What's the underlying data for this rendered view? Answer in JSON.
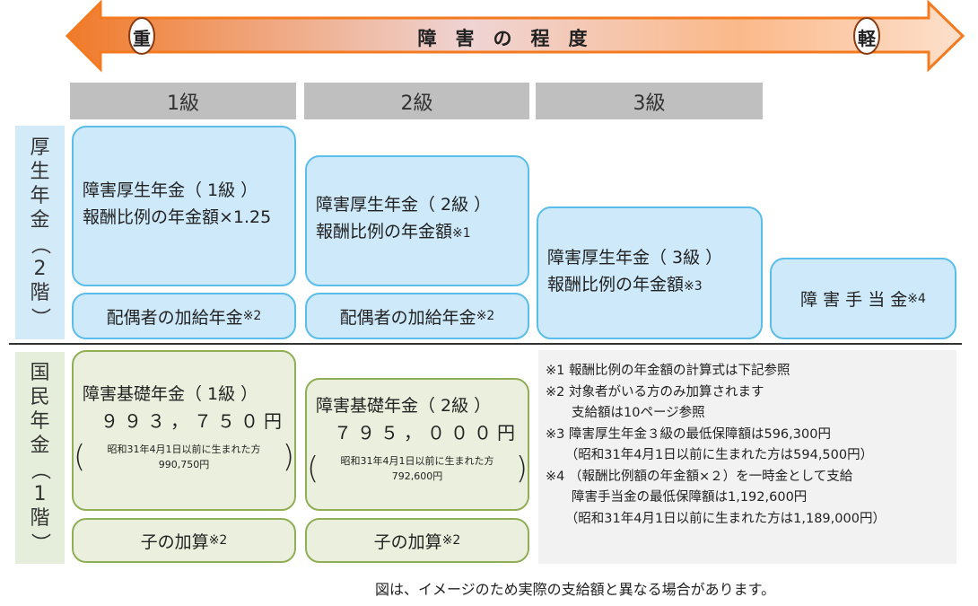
{
  "arrow": {
    "title": "障　害　の　程　度",
    "heavy": "重",
    "light": "軽",
    "colors": {
      "left": "#f07a2a",
      "mid": "#efd4d4",
      "right": "#fde0cc"
    }
  },
  "grades": [
    "1級",
    "2級",
    "3級"
  ],
  "side_labels": {
    "kosei": [
      "厚",
      "生",
      "年",
      "金",
      "（",
      "2",
      "階",
      "）"
    ],
    "kokumin": [
      "国",
      "民",
      "年",
      "金",
      "（",
      "1",
      "階",
      "）"
    ]
  },
  "kosei": {
    "g1": {
      "title": "障害厚生年金（ 1級 ）",
      "amount": "報酬比例の年金額×1.25"
    },
    "g1_add": {
      "label": "配偶者の加給年金",
      "mark": "※2"
    },
    "g2": {
      "title": "障害厚生年金（ 2級 ）",
      "amount": "報酬比例の年金額",
      "mark": "※1"
    },
    "g2_add": {
      "label": "配偶者の加給年金",
      "mark": "※2"
    },
    "g3": {
      "title": "障害厚生年金（ 3級 ）",
      "amount": "報酬比例の年金額",
      "mark": "※3"
    },
    "teate": {
      "label": "障 害 手 当 金",
      "mark": "※4"
    }
  },
  "kokumin": {
    "g1": {
      "title": "障害基礎年金（ 1級 ）",
      "amount": "９９３，７５０円",
      "note_line1": "昭和31年4月1日以前に生まれた方",
      "note_line2": "990,750円"
    },
    "g1_add": {
      "label": "子の加算",
      "mark": "※2"
    },
    "g2": {
      "title": "障害基礎年金（ 2級 ）",
      "amount": "７９５，０００円",
      "note_line1": "昭和31年4月1日以前に生まれた方",
      "note_line2": "792,600円"
    },
    "g2_add": {
      "label": "子の加算",
      "mark": "※2"
    }
  },
  "notes": [
    "※1 報酬比例の年金額の計算式は下記参照",
    "※2 対象者がいる方のみ加算されます",
    "　　支給額は10ページ参照",
    "※3 障害厚生年金３級の最低保障額は596,300円",
    "　　（昭和31年4月1日以前に生まれた方は594,500円）",
    "※4 （報酬比例額の年金額×２）を一時金として支給",
    "　　障害手当金の最低保障額は1,192,600円",
    "　　（昭和31年4月1日以前に生まれた方は1,189,000円）"
  ],
  "footer": "図は、イメージのため実際の支給額と異なる場合があります。"
}
